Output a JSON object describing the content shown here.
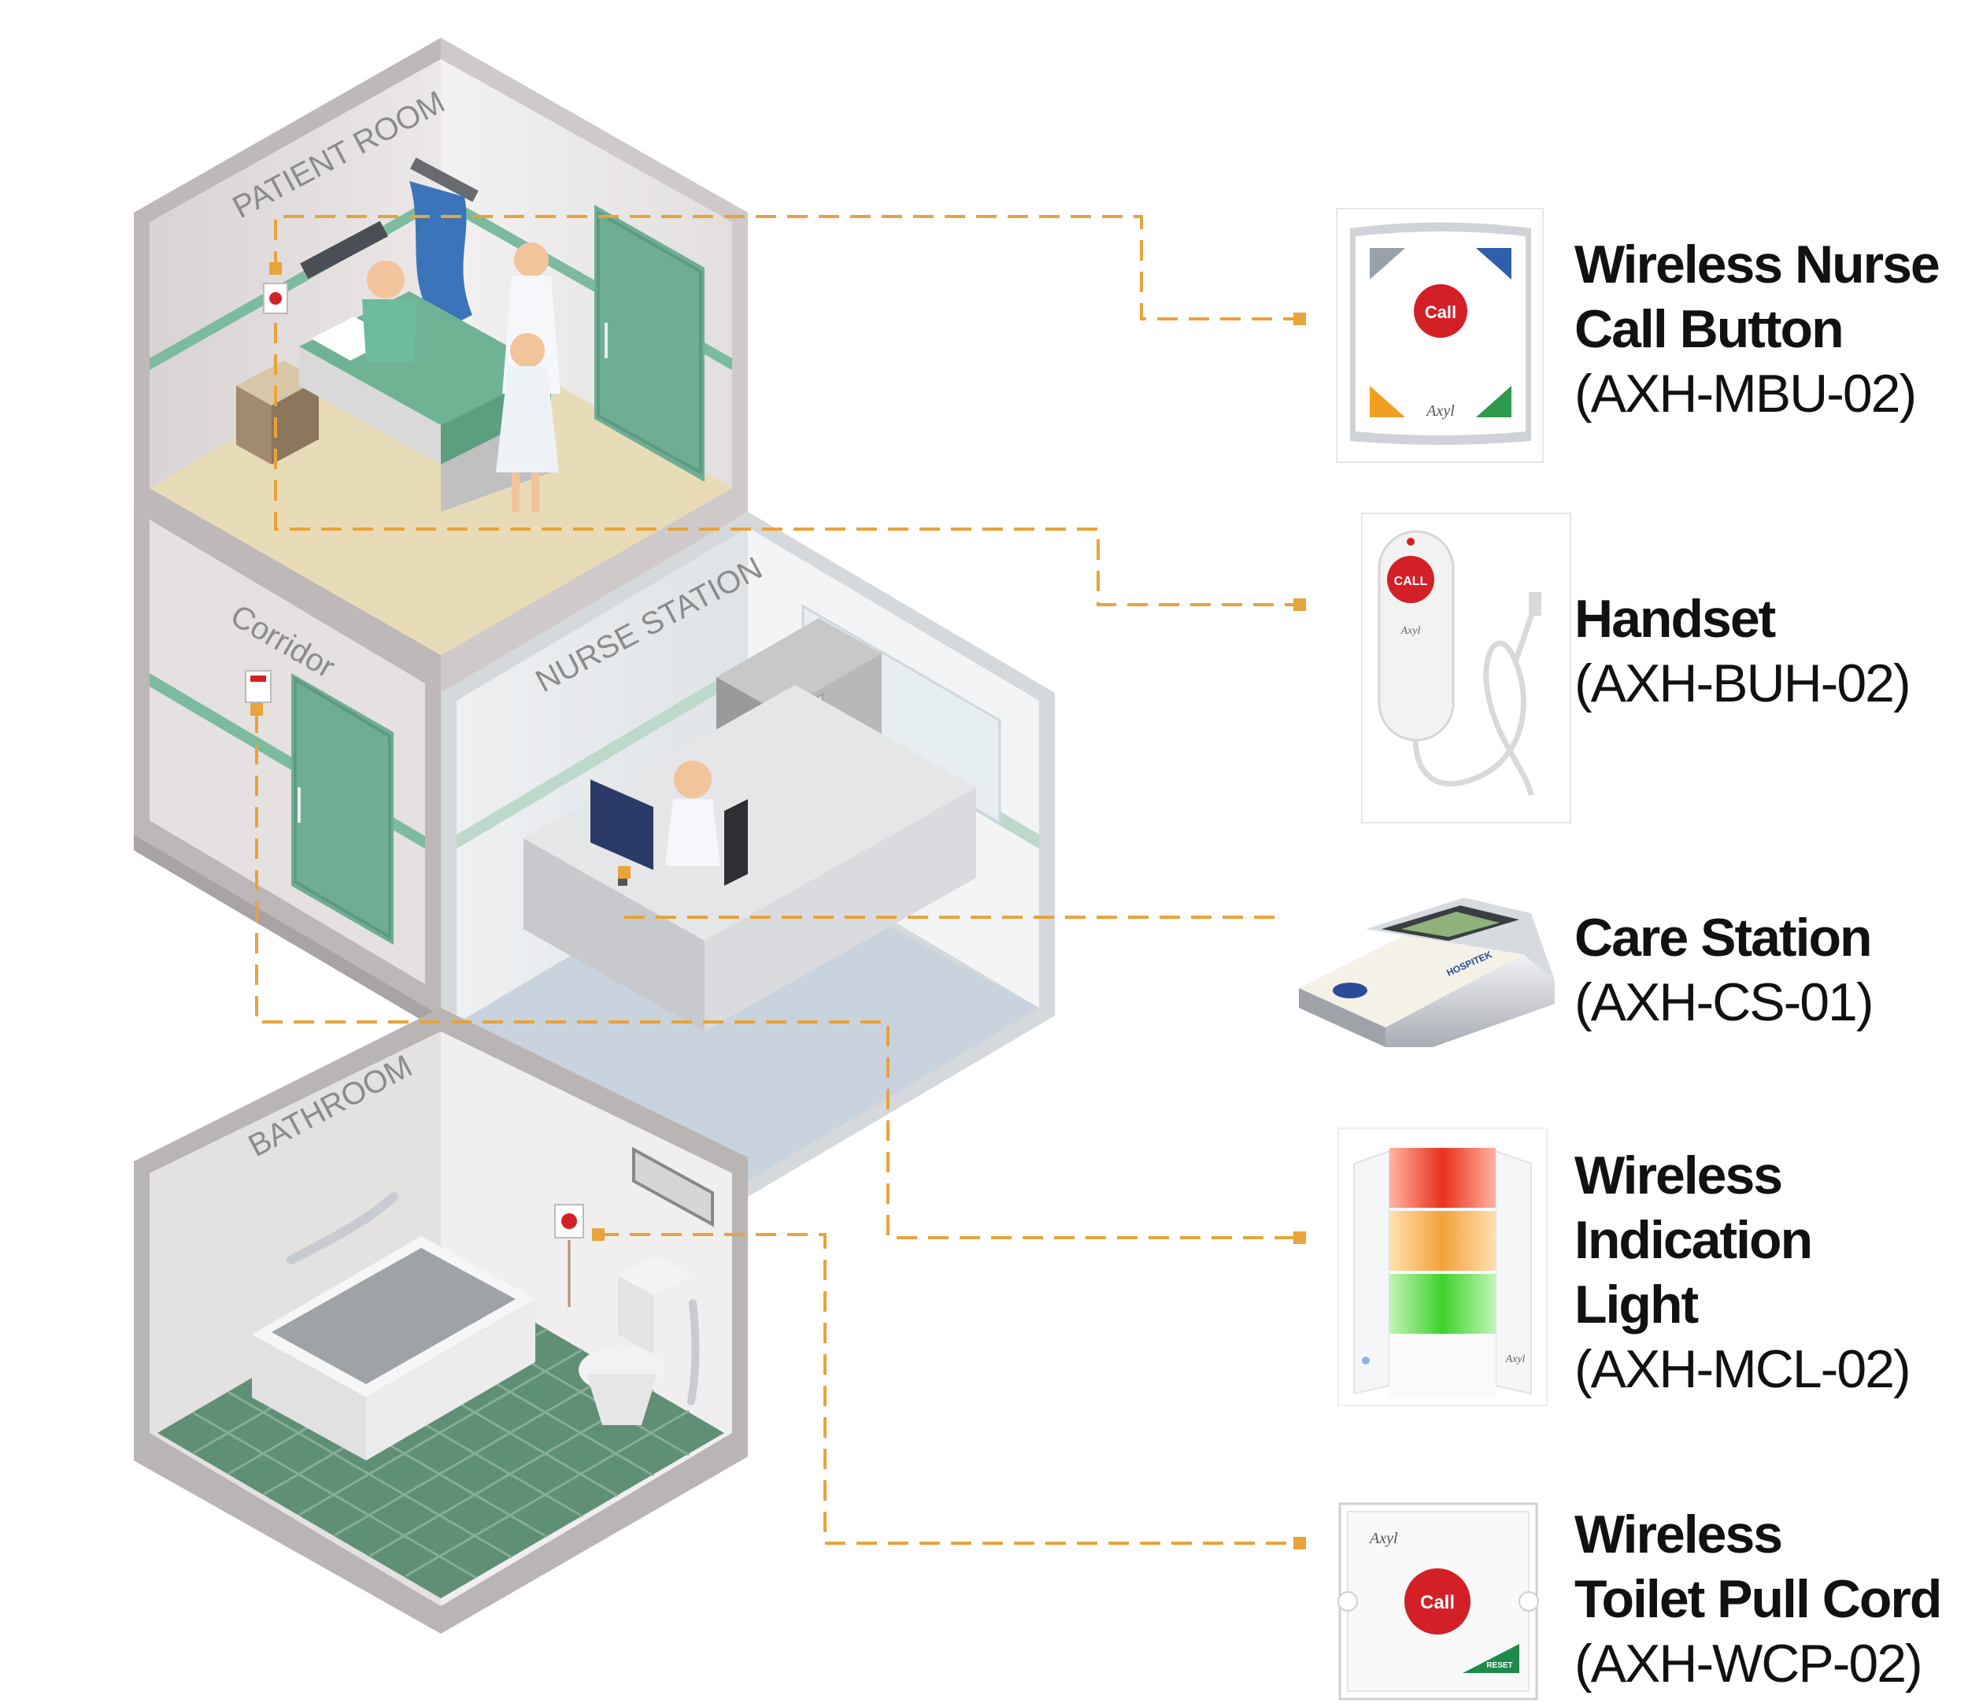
{
  "rooms": {
    "patient_room": "PATIENT ROOM",
    "corridor": "Corridor",
    "nurse_station": "NURSE STATION",
    "bathroom": "BATHROOM"
  },
  "products": [
    {
      "name": "Wireless Nurse\nCall Button",
      "code": "(AXH-MBU-02)",
      "button_text": "Call",
      "brand": "Axyl"
    },
    {
      "name": "Handset",
      "code": "(AXH-BUH-02)",
      "button_text": "CALL",
      "brand": "Axyl"
    },
    {
      "name": "Care Station",
      "code": "(AXH-CS-01)",
      "brand": "HOSPITEK"
    },
    {
      "name": "Wireless\nIndication\nLight",
      "code": "(AXH-MCL-02)",
      "brand": "Axyl"
    },
    {
      "name": "Wireless\nToilet Pull Cord",
      "code": "(AXH-WCP-02)",
      "button_text": "Call",
      "reset_text": "RESET",
      "brand": "Axyl"
    }
  ],
  "colors": {
    "connector": "#e8a33a",
    "wall_green": "#6fae95",
    "floor_tile": "#5f8f74",
    "call_red": "#d32027"
  }
}
